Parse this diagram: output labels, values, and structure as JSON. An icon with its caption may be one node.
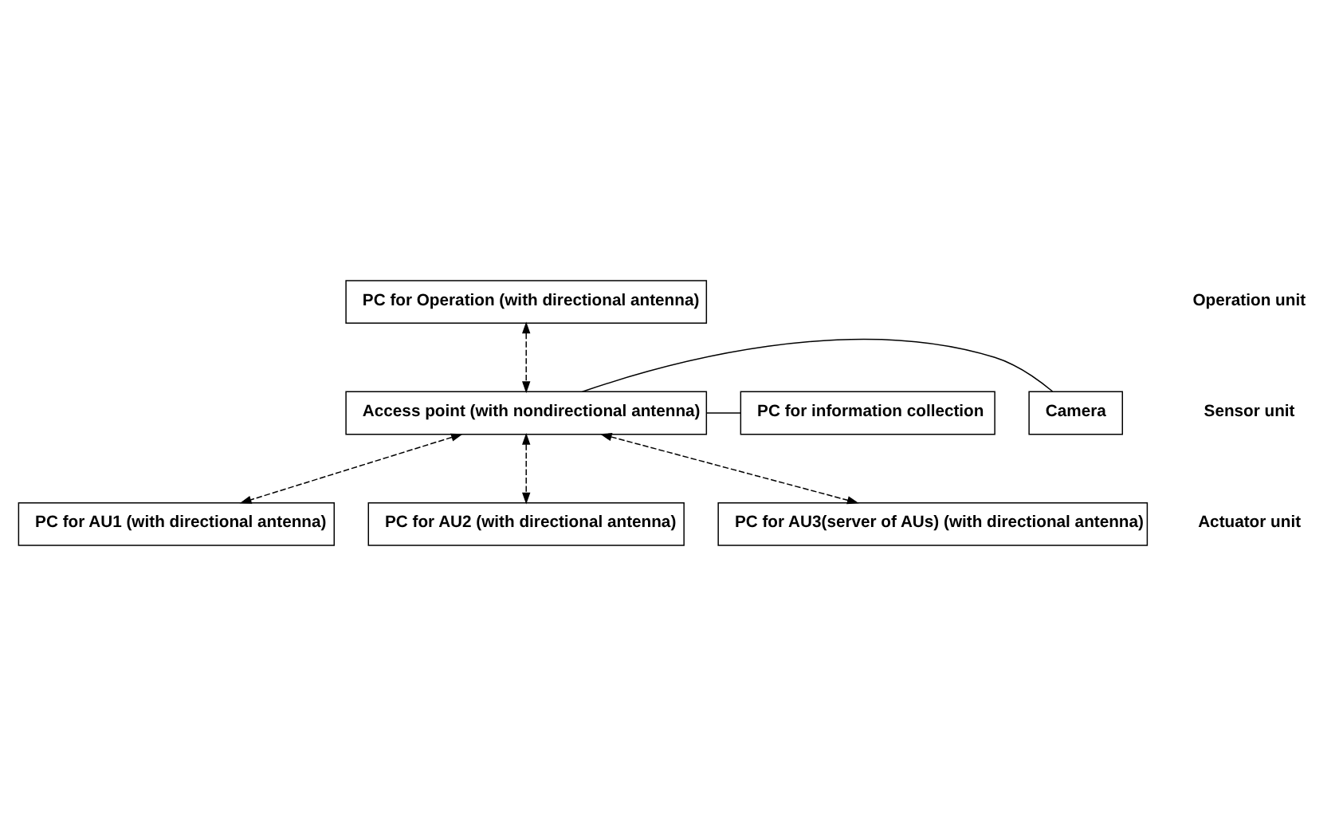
{
  "diagram": {
    "nodes": [
      {
        "text": [
          "PC for Operation (with directional antenna)"
        ]
      },
      {
        "text": [
          "Access point (with nondirectional antenna)"
        ]
      },
      {
        "text": [
          "Camera"
        ]
      },
      {
        "text": [
          "PC for information collection"
        ]
      },
      {
        "text": [
          "PC for AU1 (with directional antenna)"
        ]
      },
      {
        "text": [
          "PC for AU2 (with directional antenna)"
        ]
      },
      {
        "text": [
          "PC for AU3(server of AUs) (with directional antenna)"
        ]
      }
    ],
    "edges": [
      {
        "from": 0,
        "to": 1,
        "arrow": "both",
        "style": "dashed"
      },
      {
        "from": 1,
        "to": 2,
        "arrow": "none"
      },
      {
        "from": 1,
        "to": 3,
        "arrow": "none"
      },
      {
        "from": 1,
        "to": 4,
        "arrow": "both",
        "style": "dashed"
      },
      {
        "from": 1,
        "to": 5,
        "arrow": "both",
        "style": "dashed"
      },
      {
        "from": 1,
        "to": 6,
        "arrow": "both",
        "style": "dashed"
      }
    ],
    "labels": [
      "Operation unit",
      "Sensor unit",
      "Actuator unit"
    ]
  }
}
